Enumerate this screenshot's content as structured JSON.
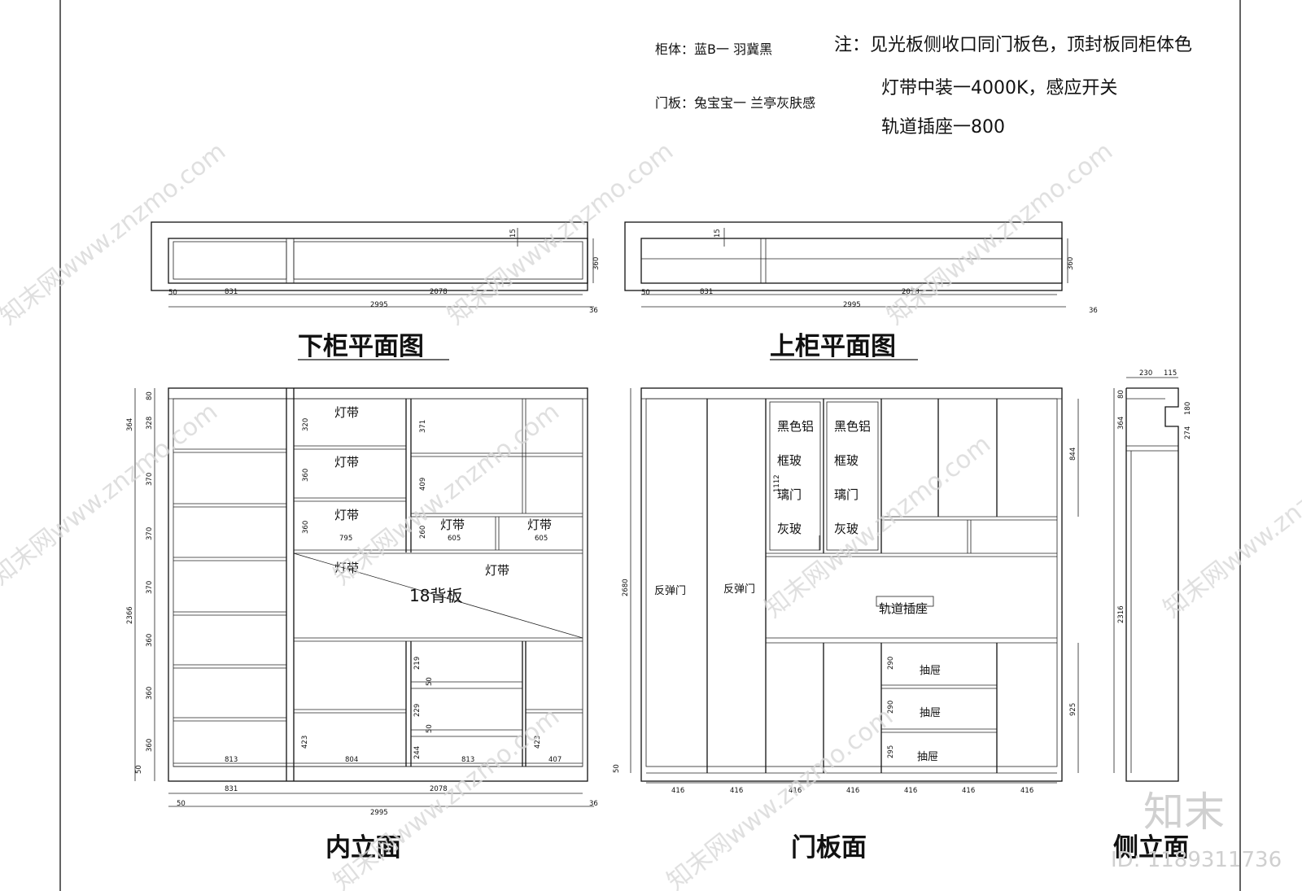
{
  "notes": {
    "cabinet_body": "柜体：蓝B一 羽冀黑",
    "door_panel": "门板：兔宝宝一 兰亭灰肤感",
    "remark_line1": "注：见光板侧收口同门板色，顶封板同柜体色",
    "remark_line2": "灯带中装一4000K，感应开关",
    "remark_line3": "轨道插座一800"
  },
  "titles": {
    "lower_plan": "下柜平面图",
    "upper_plan": "上柜平面图",
    "inner_elevation": "内立面",
    "door_elevation": "门板面",
    "side_elevation": "侧立面"
  },
  "plan_dims": {
    "left": "50",
    "w1": "831",
    "w2": "2078",
    "total": "2995",
    "depth": "360",
    "top": "15",
    "right": "36"
  },
  "inner": {
    "left_heights": [
      "80",
      "328",
      "370",
      "370",
      "370",
      "360",
      "360",
      "360",
      "50"
    ],
    "outer_heights": [
      "364",
      "2366"
    ],
    "led_heights": [
      "320",
      "360",
      "360"
    ],
    "right_heights": [
      "371",
      "409",
      "260"
    ],
    "mid_heights": [
      "219",
      "50",
      "229",
      "50",
      "244"
    ],
    "base_heights": [
      "423",
      "423"
    ],
    "shelf_widths": [
      "795",
      "605",
      "605"
    ],
    "bottom_widths": [
      "813",
      "804",
      "813",
      "407"
    ],
    "bottom_dims": [
      "831",
      "2078"
    ],
    "left_offset": "50",
    "total": "2995",
    "right_offset": "36",
    "led_label": "灯带",
    "backboard_label": "18背板"
  },
  "door": {
    "total_height": "2680",
    "base": "50",
    "glass_height": "1112",
    "top_right": "844",
    "bottom_right": "925",
    "drawer_heights": [
      "290",
      "290",
      "295"
    ],
    "widths": [
      "416",
      "416",
      "416",
      "416",
      "416",
      "416",
      "416"
    ],
    "rebound_door": "反弹门",
    "glass_text": [
      "黑色铝",
      "框玻",
      "璃门",
      "灰玻"
    ],
    "rail_socket": "轨道插座",
    "drawer": "抽屉"
  },
  "side": {
    "top_dims": [
      "230",
      "115"
    ],
    "heights": [
      "80",
      "364",
      "180",
      "274",
      "2316"
    ]
  },
  "watermark": {
    "site": "知末网www.znzmo.com",
    "logo": "知末",
    "id": "ID: 1189311736"
  }
}
